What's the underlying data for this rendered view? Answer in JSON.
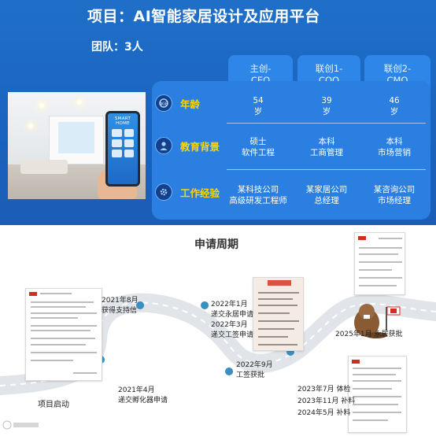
{
  "header": {
    "title": "项目：AI智能家居设计及应用平台",
    "team": "团队：3人"
  },
  "roles": [
    {
      "line1": "主创-",
      "line2": "CEO"
    },
    {
      "line1": "联创1-",
      "line2": "COO"
    },
    {
      "line1": "联创2-",
      "line2": "CMO"
    }
  ],
  "rows": [
    {
      "label": "年龄",
      "icon": "age-badge-icon",
      "cells": [
        [
          "54",
          "岁"
        ],
        [
          "39",
          "岁"
        ],
        [
          "46",
          "岁"
        ]
      ]
    },
    {
      "label": "教育背景",
      "icon": "person-icon",
      "cells": [
        [
          "硕士",
          "软件工程"
        ],
        [
          "本科",
          "工商管理"
        ],
        [
          "本科",
          "市场营销"
        ]
      ]
    },
    {
      "label": "工作经验",
      "icon": "gear-icon",
      "cells": [
        [
          "某科技公司",
          "高级研发工程师"
        ],
        [
          "某家居公司",
          "总经理"
        ],
        [
          "某咨询公司",
          "市场经理"
        ]
      ]
    }
  ],
  "photo": {
    "phone_label": "SMART HOME"
  },
  "timeline": {
    "title": "申请周期",
    "events": [
      {
        "lines": [
          "项目启动"
        ]
      },
      {
        "lines": [
          "2021年4月",
          "递交孵化器申请"
        ]
      },
      {
        "lines": [
          "2021年8月",
          "获得支持信"
        ]
      },
      {
        "lines": [
          "2022年1月",
          "递交永居申请",
          "2022年3月",
          "递交工签申请"
        ]
      },
      {
        "lines": [
          "2022年9月",
          "工签获批"
        ]
      },
      {
        "lines": [
          "2023年7月 体检",
          "2023年11月 补料",
          "2024年5月 补料"
        ]
      },
      {
        "lines": [
          "2025年1月 永居获批"
        ]
      }
    ]
  },
  "colors": {
    "panel": "#1a63be",
    "accent_yellow": "#ffd600",
    "road": "#dde1e5",
    "pin": "#2e8ec0"
  }
}
